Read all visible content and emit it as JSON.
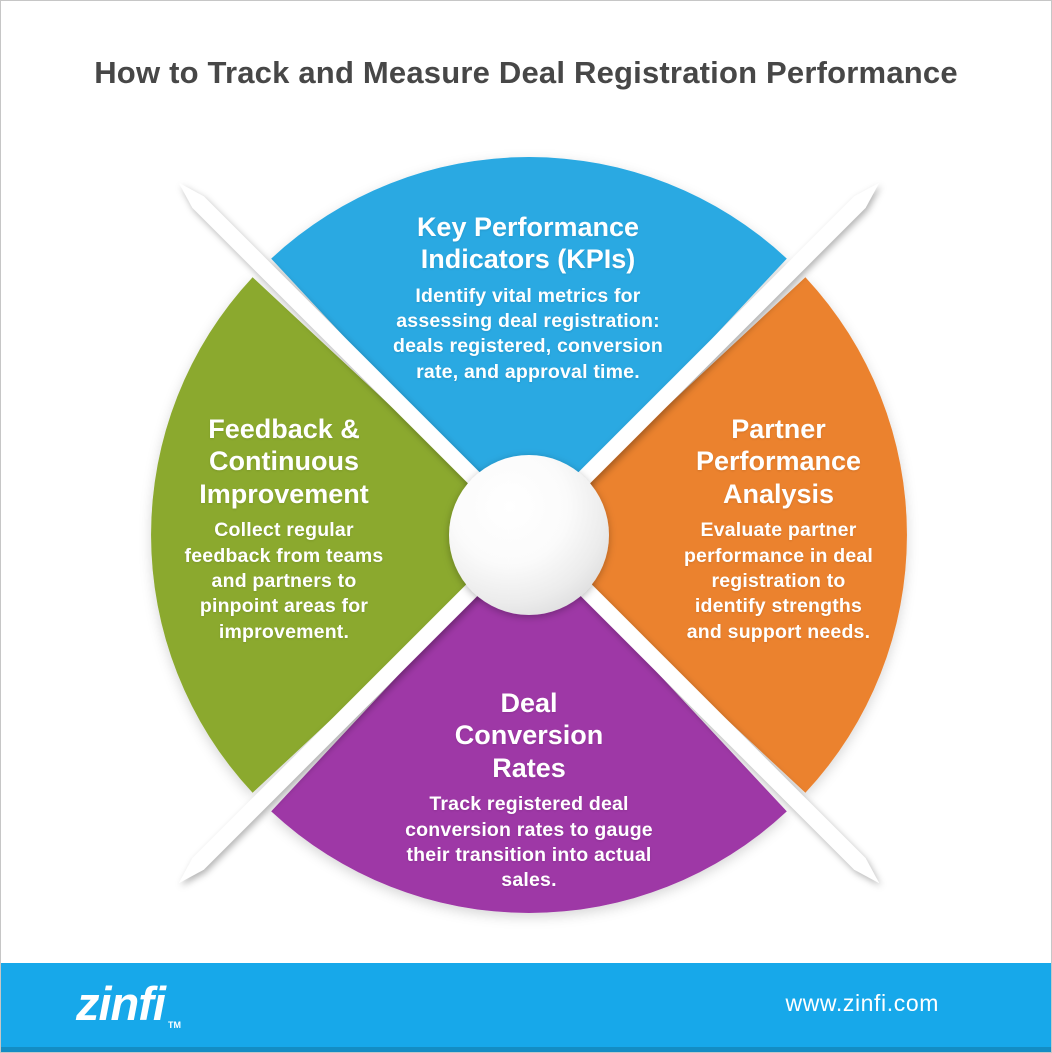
{
  "title": "How to Track and Measure Deal Registration Performance",
  "quadrants": [
    {
      "id": "key-performance-indicators",
      "position": "top",
      "color": "#29A9E2",
      "heading_lines": [
        "Key Performance",
        "Indicators (KPIs)"
      ],
      "body_lines": [
        "Identify vital metrics for",
        "assessing deal registration:",
        "deals registered, conversion",
        "rate, and approval time."
      ]
    },
    {
      "id": "partner-performance-analysis",
      "position": "right",
      "color": "#EB822F",
      "heading_lines": [
        "Partner",
        "Performance",
        "Analysis"
      ],
      "body_lines": [
        "Evaluate partner",
        "performance in deal",
        "registration to",
        "identify strengths",
        "and support needs."
      ]
    },
    {
      "id": "deal-conversion-rates",
      "position": "bottom",
      "color": "#9E38A6",
      "heading_lines": [
        "Deal",
        "Conversion",
        "Rates"
      ],
      "body_lines": [
        "Track registered deal",
        "conversion rates to gauge",
        "their transition into actual",
        "sales."
      ]
    },
    {
      "id": "feedback-continuous-improvement",
      "position": "left",
      "color": "#8BA92D",
      "heading_lines": [
        "Feedback &",
        "Continuous",
        "Improvement"
      ],
      "body_lines": [
        "Collect regular",
        "feedback from teams",
        "and partners to",
        "pinpoint areas for",
        "improvement."
      ]
    }
  ],
  "divider_color": "#FFFFFF",
  "footer": {
    "bar_color": "#17A8EA",
    "logo_text": "zinfi",
    "logo_mark": "TM",
    "website": "www.zinfi.com"
  }
}
